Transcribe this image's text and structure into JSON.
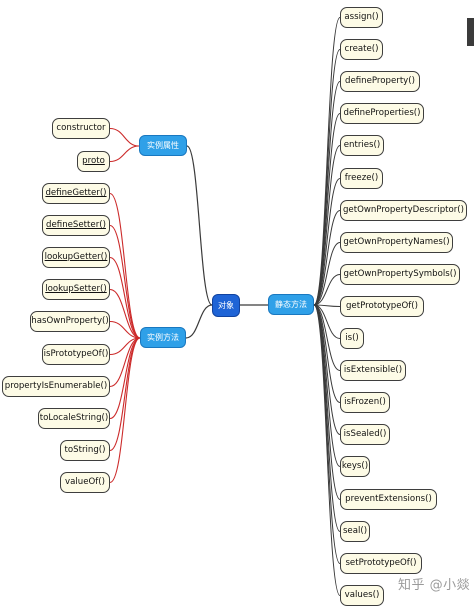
{
  "root": {
    "label": "对象"
  },
  "static_methods": {
    "label": "静态方法",
    "items": [
      "assign()",
      "create()",
      "defineProperty()",
      "defineProperties()",
      "entries()",
      "freeze()",
      "getOwnPropertyDescriptor()",
      "getOwnPropertyNames()",
      "getOwnPropertySymbols()",
      "getPrototypeOf()",
      "is()",
      "isExtensible()",
      "isFrozen()",
      "isSealed()",
      "keys()",
      "preventExtensions()",
      "seal()",
      "setPrototypeOf()",
      "values()"
    ]
  },
  "instance_properties": {
    "label": "实例属性",
    "items": [
      "constructor",
      "proto"
    ]
  },
  "instance_methods": {
    "label": "实例方法",
    "items": [
      "defineGetter()",
      "defineSetter()",
      "lookupGetter()",
      "lookupSetter()",
      "hasOwnProperty()",
      "isPrototypeOf()",
      "propertyIsEnumerable()",
      "toLocaleString()",
      "toString()",
      "valueOf()"
    ]
  },
  "watermark": "知乎 @小燚",
  "colors": {
    "root": "#1f64d6",
    "hub": "#2fa0e8",
    "leaf_fill": "#fdfbe6",
    "edge": "#3a3a3a",
    "hub_edge": "#cc2a2a"
  }
}
